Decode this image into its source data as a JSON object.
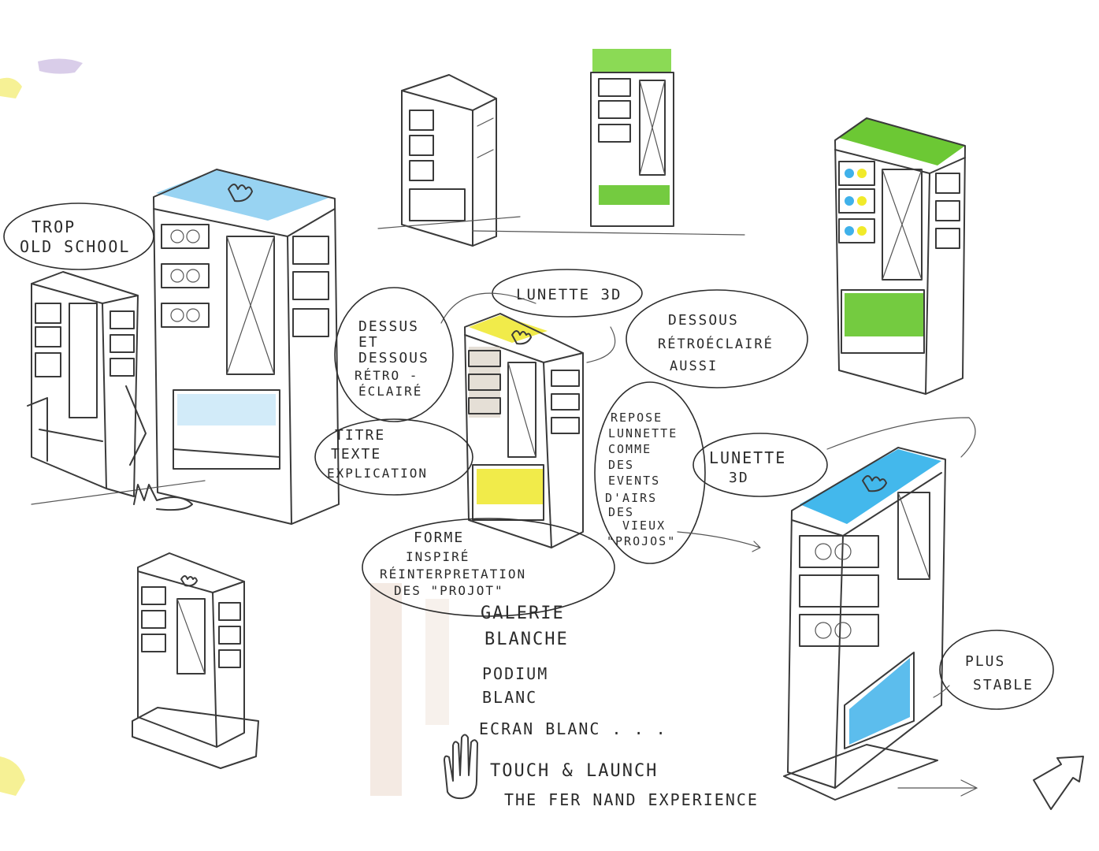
{
  "notes": {
    "trop_old_school": [
      "TROP",
      "OLD SCHOOL"
    ],
    "lunette_top": "LUNETTE 3D",
    "dessus_et_dessous": [
      "DESSUS",
      "ET",
      "DESSOUS",
      "RÉTRO -",
      "ÉCLAIRÉ"
    ],
    "dessus_aussi": [
      "DESSOUS",
      "RÉTROÉCLAIRÉ",
      "AUSSI"
    ],
    "titre": [
      "TITRE",
      "TEXTE",
      "EXPLICATION"
    ],
    "repose": [
      "REPOSE",
      "LUNNETTE",
      "COMME",
      "DES",
      "EVENTS",
      "D'AIRS",
      "DES",
      "VIEUX",
      "\"PROJOS\""
    ],
    "lunette_right": [
      "LUNETTE",
      "3D"
    ],
    "forme": [
      "FORME",
      "INSPIRÉ",
      "RÉINTERPRETATION",
      "DES \"PROJOT\""
    ],
    "galerie": [
      "GALERIE",
      "BLANCHE"
    ],
    "podium": [
      "PODIUM",
      "BLANC",
      "ECRAN BLANC . . ."
    ],
    "touch": [
      "TOUCH & LAUNCH",
      "THE FER NAND EXPERIENCE"
    ],
    "plus_stable": [
      "PLUS",
      "STABLE"
    ]
  },
  "colors": {
    "blue": "#3fb1ea",
    "light_blue": "#a9d8f2",
    "green": "#5cc21e",
    "yellow": "#f1ea2a",
    "ink": "#2a2a2a"
  }
}
